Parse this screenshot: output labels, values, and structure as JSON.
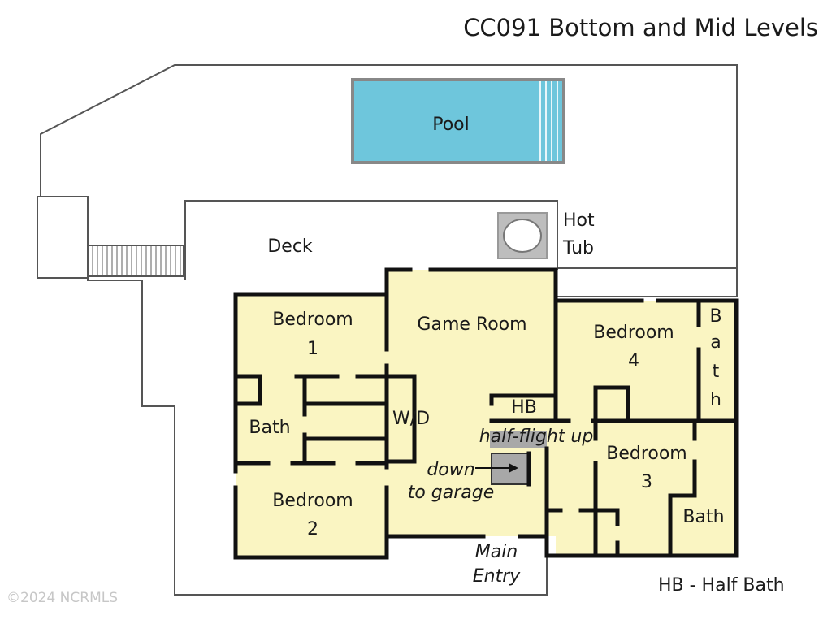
{
  "title": "CC091 Bottom and Mid Levels",
  "legend": "HB - Half Bath",
  "watermark": "©2024 NCRMLS",
  "labels": {
    "pool": "Pool",
    "hot_tub_line1": "Hot",
    "hot_tub_line2": "Tub",
    "deck": "Deck",
    "bedroom1_name": "Bedroom",
    "bedroom1_num": "1",
    "bedroom2_name": "Bedroom",
    "bedroom2_num": "2",
    "bedroom3_name": "Bedroom",
    "bedroom3_num": "3",
    "bedroom4_name": "Bedroom",
    "bedroom4_num": "4",
    "game_room": "Game Room",
    "bath_left": "Bath",
    "bath_right": "Bath",
    "bath_vertical": [
      "B",
      "a",
      "t",
      "h"
    ],
    "wd": "W/D",
    "hb": "HB",
    "half_flight": "half-flight up",
    "down_line1": "down",
    "down_line2": "to garage",
    "main_entry_line1": "Main",
    "main_entry_line2": "Entry"
  },
  "colors": {
    "room_fill": "#faf5c2",
    "pool_fill": "#6ec6dc",
    "wall": "#111111",
    "outline": "#555555",
    "stair_fill": "#a8a8a8"
  }
}
